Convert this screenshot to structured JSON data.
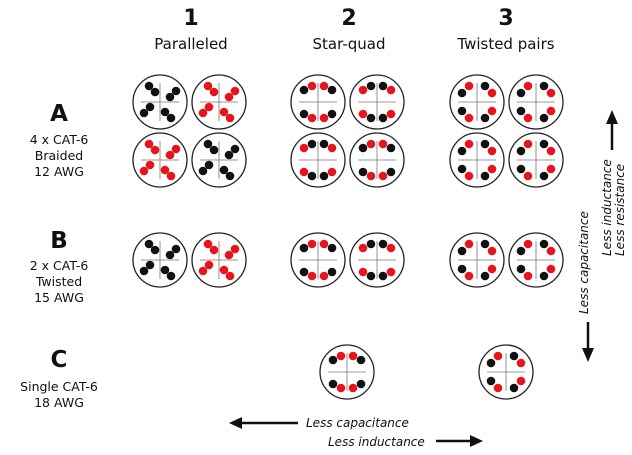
{
  "columns": [
    {
      "number": "1",
      "name": "Paralleled"
    },
    {
      "number": "2",
      "name": "Star-quad"
    },
    {
      "number": "3",
      "name": "Twisted pairs"
    }
  ],
  "rows": [
    {
      "letter": "A",
      "lines": [
        "4 x CAT-6",
        "Braided",
        "12 AWG"
      ]
    },
    {
      "letter": "B",
      "lines": [
        "2 x CAT-6",
        "Twisted",
        "15 AWG"
      ]
    },
    {
      "letter": "C",
      "lines": [
        "Single CAT-6",
        "18 AWG"
      ]
    }
  ],
  "axis_labels": {
    "bottom_left": "Less capacitance",
    "bottom_right": "Less inductance",
    "right_up_1": "Less inductance",
    "right_up_2": "Less resistance",
    "right_down": "Less capacitance"
  },
  "colors": {
    "red": "#e8141c",
    "black": "#111111",
    "outline": "#222222"
  }
}
